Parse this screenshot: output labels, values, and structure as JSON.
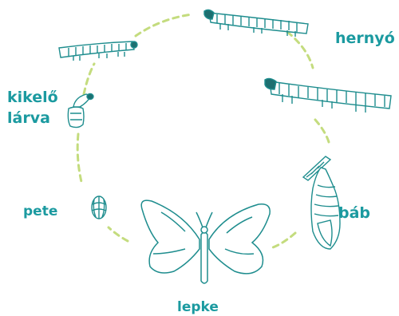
{
  "labels": {
    "caterpillar": "hernyó",
    "hatching_larva_line1": "kikelő",
    "hatching_larva_line2": "lárva",
    "egg": "pete",
    "pupa": "báb",
    "butterfly": "lepke"
  },
  "colors": {
    "label": "#1b9aa0",
    "line_art": "#1e8d8e",
    "cycle_dash": "#c4dc7e",
    "head": "#1d6f70"
  }
}
